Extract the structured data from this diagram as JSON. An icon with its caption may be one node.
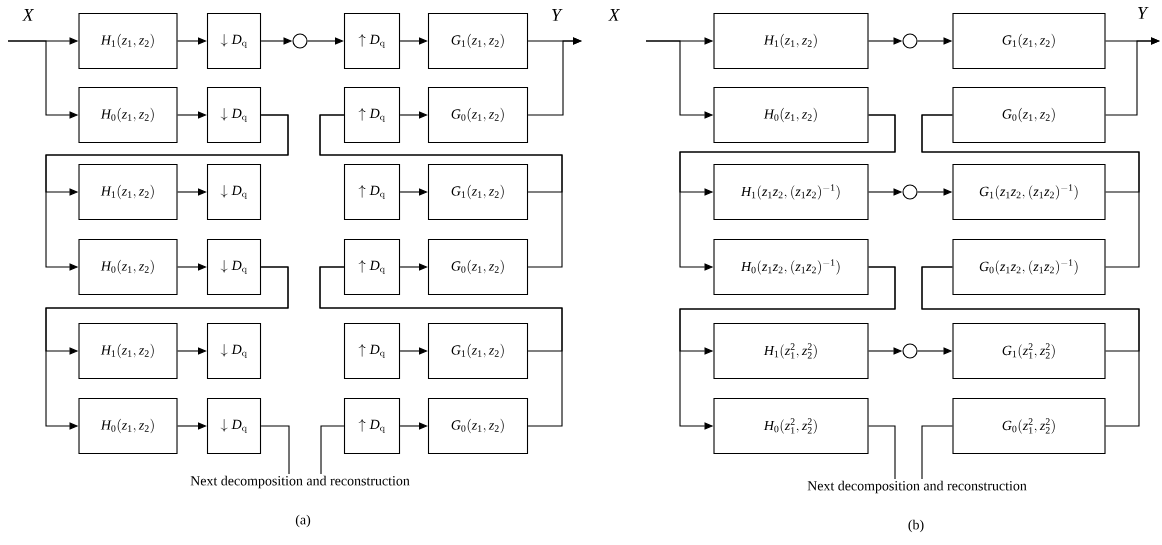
{
  "diagram": {
    "nodes": [
      {
        "text": [
          "H_1(z_1, z_2)"
        ]
      },
      {
        "text": [
          "\\downarrow D_{\\mathrm{q}}"
        ]
      },
      {
        "text": [],
        "shape": "circle"
      },
      {
        "text": [
          "\\uparrow D_{\\mathrm{q}}"
        ]
      },
      {
        "text": [
          "G_1(z_1, z_2)"
        ]
      },
      {
        "text": [
          "H_0(z_1, z_2)"
        ]
      },
      {
        "text": [
          "\\downarrow D_{\\mathrm{q}}"
        ]
      },
      {
        "text": [
          "\\uparrow D_{\\mathrm{q}}"
        ]
      },
      {
        "text": [
          "G_0(z_1, z_2)"
        ]
      },
      {
        "text": [
          "H_1(z_1, z_2)"
        ]
      },
      {
        "text": [
          "\\downarrow D_{\\mathrm{q}}"
        ]
      },
      {
        "text": [
          "\\uparrow D_{\\mathrm{q}}"
        ]
      },
      {
        "text": [
          "G_1(z_1, z_2)"
        ]
      },
      {
        "text": [
          "H_0(z_1, z_2)"
        ]
      },
      {
        "text": [
          "\\downarrow D_{\\mathrm{q}}"
        ]
      },
      {
        "text": [
          "\\uparrow D_{\\mathrm{q}}"
        ]
      },
      {
        "text": [
          "G_0(z_1, z_2)"
        ]
      },
      {
        "text": [
          "H_1(z_1, z_2)"
        ]
      },
      {
        "text": [
          "\\downarrow D_{\\mathrm{q}}"
        ]
      },
      {
        "text": [
          "\\uparrow D_{\\mathrm{q}}"
        ]
      },
      {
        "text": [
          "G_1(z_1, z_2)"
        ]
      },
      {
        "text": [
          "H_0(z_1, z_2)"
        ]
      },
      {
        "text": [
          "\\downarrow D_{\\mathrm{q}}"
        ]
      },
      {
        "text": [
          "\\uparrow D_{\\mathrm{q}}"
        ]
      },
      {
        "text": [
          "G_0(z_1, z_2)"
        ]
      },
      {
        "text": [
          "H_1(z_1, z_2)"
        ]
      },
      {
        "text": [],
        "shape": "circle"
      },
      {
        "text": [
          "G_1(z_1, z_2)"
        ]
      },
      {
        "text": [
          "H_0(z_1, z_2)"
        ]
      },
      {
        "text": [
          "G_0(z_1, z_2)"
        ]
      },
      {
        "text": [
          "H_1(z_1z_2, (z_1z_2)^{-1})"
        ]
      },
      {
        "text": [],
        "shape": "circle"
      },
      {
        "text": [
          "G_1(z_1z_2, (z_1z_2)^{-1})"
        ]
      },
      {
        "text": [
          "H_0(z_1z_2, (z_1z_2)^{-1})"
        ]
      },
      {
        "text": [
          "G_0(z_1z_2, (z_1z_2)^{-1})"
        ]
      },
      {
        "text": [
          "H_1(z_1^2, z_2^2)"
        ]
      },
      {
        "text": [],
        "shape": "circle"
      },
      {
        "text": [
          "G_1(z_1^2, z_2^2)"
        ]
      },
      {
        "text": [
          "H_0(z_1^2, z_2^2)"
        ]
      },
      {
        "text": [
          "G_0(z_1^2, z_2^2)"
        ]
      },
      {
        "text": [
          "Next decomposition and reconstruction"
        ]
      },
      {
        "text": [
          "Next decomposition and reconstruction"
        ]
      }
    ],
    "edges": [
      {
        "from": null,
        "to": 0,
        "arrow": "to"
      },
      {
        "from": null,
        "to": 5,
        "arrow": "to"
      },
      {
        "from": 0,
        "to": 1,
        "arrow": "to"
      },
      {
        "from": 1,
        "to": 2,
        "arrow": "to"
      },
      {
        "from": 2,
        "to": 3,
        "arrow": "to"
      },
      {
        "from": 3,
        "to": 4,
        "arrow": "to"
      },
      {
        "from": 4,
        "to": null,
        "arrow": "to"
      },
      {
        "from": 8,
        "to": null,
        "arrow": "to"
      },
      {
        "from": 5,
        "to": 6,
        "arrow": "to"
      },
      {
        "from": 6,
        "to": 9,
        "arrow": "to"
      },
      {
        "from": 6,
        "to": 13,
        "arrow": "to"
      },
      {
        "from": 7,
        "to": 8,
        "arrow": "to"
      },
      {
        "from": 9,
        "to": 10,
        "arrow": "to"
      },
      {
        "from": 11,
        "to": 12,
        "arrow": "to"
      },
      {
        "from": 12,
        "to": 7,
        "arrow": "none"
      },
      {
        "from": 16,
        "to": 7,
        "arrow": "none"
      },
      {
        "from": 13,
        "to": 14,
        "arrow": "to"
      },
      {
        "from": 14,
        "to": 17,
        "arrow": "to"
      },
      {
        "from": 14,
        "to": 21,
        "arrow": "to"
      },
      {
        "from": 15,
        "to": 16,
        "arrow": "to"
      },
      {
        "from": 17,
        "to": 18,
        "arrow": "to"
      },
      {
        "from": 19,
        "to": 20,
        "arrow": "to"
      },
      {
        "from": 20,
        "to": 15,
        "arrow": "none"
      },
      {
        "from": 24,
        "to": 15,
        "arrow": "none"
      },
      {
        "from": 21,
        "to": 22,
        "arrow": "to"
      },
      {
        "from": 22,
        "to": 40,
        "arrow": "none"
      },
      {
        "from": 40,
        "to": 23,
        "arrow": "none"
      },
      {
        "from": 23,
        "to": 24,
        "arrow": "to"
      },
      {
        "from": null,
        "to": 25,
        "arrow": "to"
      },
      {
        "from": null,
        "to": 28,
        "arrow": "to"
      },
      {
        "from": 25,
        "to": 26,
        "arrow": "to"
      },
      {
        "from": 26,
        "to": 27,
        "arrow": "to"
      },
      {
        "from": 27,
        "to": null,
        "arrow": "to"
      },
      {
        "from": 29,
        "to": null,
        "arrow": "to"
      },
      {
        "from": 28,
        "to": 30,
        "arrow": "to"
      },
      {
        "from": 28,
        "to": 33,
        "arrow": "to"
      },
      {
        "from": 30,
        "to": 31,
        "arrow": "to"
      },
      {
        "from": 31,
        "to": 32,
        "arrow": "to"
      },
      {
        "from": 32,
        "to": 29,
        "arrow": "none"
      },
      {
        "from": 34,
        "to": 29,
        "arrow": "none"
      },
      {
        "from": 33,
        "to": 35,
        "arrow": "to"
      },
      {
        "from": 33,
        "to": 38,
        "arrow": "to"
      },
      {
        "from": 35,
        "to": 36,
        "arrow": "to"
      },
      {
        "from": 36,
        "to": 37,
        "arrow": "to"
      },
      {
        "from": 37,
        "to": 34,
        "arrow": "none"
      },
      {
        "from": 39,
        "to": 34,
        "arrow": "none"
      },
      {
        "from": 38,
        "to": 41,
        "arrow": "none"
      },
      {
        "from": 41,
        "to": 39,
        "arrow": "none"
      }
    ],
    "labels": [
      "X",
      "Y",
      "X",
      "Y",
      "(a)",
      "(b)"
    ]
  }
}
